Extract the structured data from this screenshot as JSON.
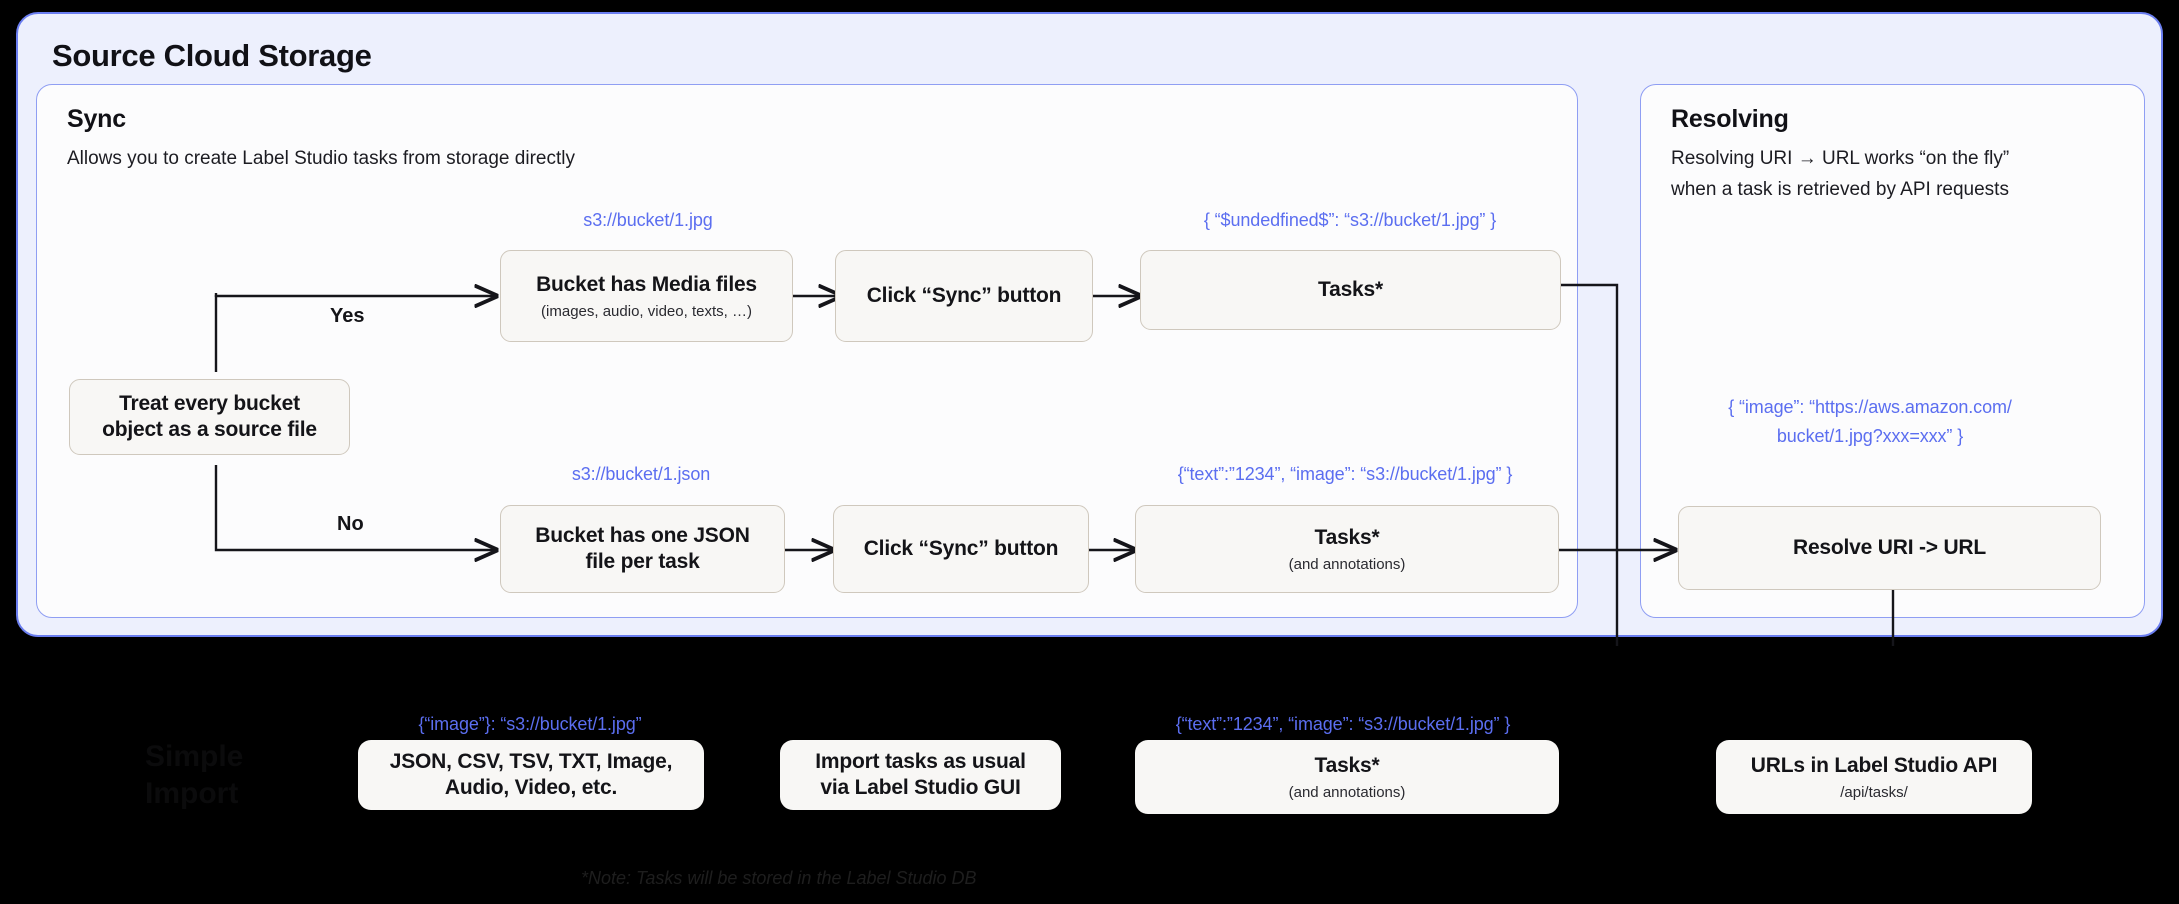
{
  "diagram": {
    "title": "Source Cloud Storage",
    "accent_blue": "#5b6ef0",
    "panel_bg": "#edf0fd",
    "node_bg": "#f8f7f5",
    "page_bg": "#000000"
  },
  "sync_card": {
    "title": "Sync",
    "subtitle": "Allows you to create Label Studio tasks from storage directly",
    "decision": {
      "label": "Treat every bucket\nobject as a source file",
      "yes": "Yes",
      "no": "No"
    },
    "yes_branch": {
      "uri_label": "s3://bucket/1.jpg",
      "step1_main": "Bucket has Media files",
      "step1_sub": "(images, audio, video, texts, …)",
      "step2_main": "Click “Sync” button",
      "result_label": "{ “$undedfined$”: “s3://bucket/1.jpg” }",
      "step3_main": "Tasks*"
    },
    "no_branch": {
      "uri_label": "s3://bucket/1.json",
      "step1_main": "Bucket has one JSON\nfile per task",
      "step2_main": "Click “Sync” button",
      "result_label": "{“text”:”1234”,  “image”: “s3://bucket/1.jpg” }",
      "step3_main": "Tasks*",
      "step3_sub": "(and annotations)"
    }
  },
  "resolving_card": {
    "title": "Resolving",
    "subtitle": "Resolving URI → URL works “on the fly”\nwhen a task is retrieved by API requests",
    "url_label": "{ “image”: “https://aws.amazon.com/\nbucket/1.jpg?xxx=xxx” }",
    "node_main": "Resolve URI -> URL"
  },
  "bottom_row": {
    "section_label": "Simple\nImport",
    "source_label": "{“image”}: “s3://bucket/1.jpg”",
    "source_main": "JSON, CSV, TSV, TXT, Image,\nAudio, Video, etc.",
    "import_main": "Import tasks as usual\nvia Label Studio GUI",
    "tasks_label": "{“text”:”1234”,  “image”: “s3://bucket/1.jpg” }",
    "tasks_main": "Tasks*",
    "tasks_sub": "(and annotations)",
    "api_main": "URLs in Label Studio API",
    "api_sub": "/api/tasks/",
    "note": "*Note: Tasks will be stored in the Label Studio DB"
  }
}
